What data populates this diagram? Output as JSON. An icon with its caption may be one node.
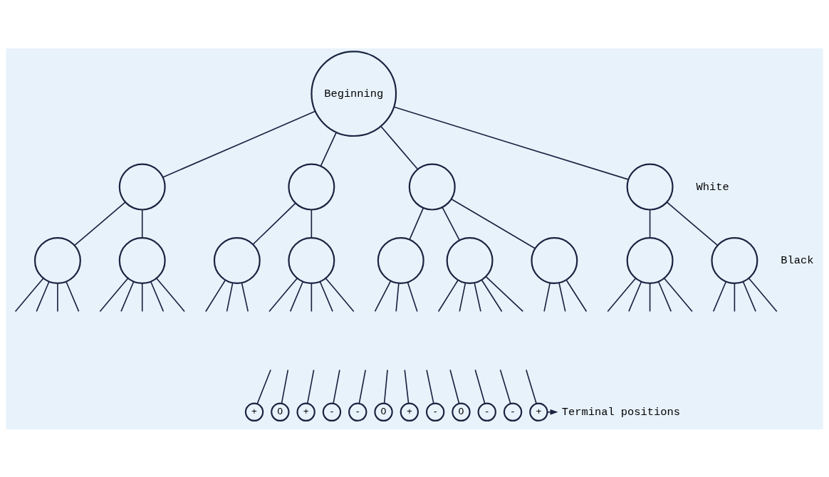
{
  "diagram": {
    "nodes": [
      {
        "text": [
          "Beginning"
        ]
      },
      {
        "text": [],
        "shape": "circle"
      },
      {
        "text": [],
        "shape": "circle"
      },
      {
        "text": [],
        "shape": "circle"
      },
      {
        "text": [],
        "shape": "circle"
      },
      {
        "text": [],
        "shape": "circle"
      },
      {
        "text": [],
        "shape": "circle"
      },
      {
        "text": [],
        "shape": "circle"
      },
      {
        "text": [],
        "shape": "circle"
      },
      {
        "text": [],
        "shape": "circle"
      },
      {
        "text": [],
        "shape": "circle"
      },
      {
        "text": [],
        "shape": "circle"
      },
      {
        "text": [],
        "shape": "circle"
      },
      {
        "text": [],
        "shape": "circle"
      },
      {
        "text": [
          "+"
        ]
      },
      {
        "text": [
          "O"
        ]
      },
      {
        "text": [
          "+"
        ]
      },
      {
        "text": [
          "-"
        ]
      },
      {
        "text": [
          "-"
        ]
      },
      {
        "text": [
          "O"
        ]
      },
      {
        "text": [
          "+"
        ]
      },
      {
        "text": [
          "-"
        ]
      },
      {
        "text": [
          "O"
        ]
      },
      {
        "text": [
          "-"
        ]
      },
      {
        "text": [
          "-"
        ]
      },
      {
        "text": [
          "+"
        ]
      },
      {
        "text": [
          "Terminal positions"
        ]
      }
    ],
    "edges": [
      {
        "from": 0,
        "to": 1,
        "arrow": "none"
      },
      {
        "from": 0,
        "to": 2,
        "arrow": "none"
      },
      {
        "from": 0,
        "to": 3,
        "arrow": "none"
      },
      {
        "from": 0,
        "to": 4,
        "arrow": "none"
      },
      {
        "from": 1,
        "to": 5,
        "arrow": "none"
      },
      {
        "from": 1,
        "to": 6,
        "arrow": "none"
      },
      {
        "from": 2,
        "to": 7,
        "arrow": "none"
      },
      {
        "from": 2,
        "to": 8,
        "arrow": "none"
      },
      {
        "from": 3,
        "to": 9,
        "arrow": "none"
      },
      {
        "from": 3,
        "to": 10,
        "arrow": "none"
      },
      {
        "from": 3,
        "to": 11,
        "arrow": "none"
      },
      {
        "from": 4,
        "to": 12,
        "arrow": "none"
      },
      {
        "from": 4,
        "to": 13,
        "arrow": "none"
      },
      {
        "from": 5,
        "to": null,
        "arrow": "none"
      },
      {
        "from": 5,
        "to": null,
        "arrow": "none"
      },
      {
        "from": 5,
        "to": null,
        "arrow": "none"
      },
      {
        "from": 5,
        "to": null,
        "arrow": "none"
      },
      {
        "from": 6,
        "to": null,
        "arrow": "none"
      },
      {
        "from": 6,
        "to": null,
        "arrow": "none"
      },
      {
        "from": 6,
        "to": null,
        "arrow": "none"
      },
      {
        "from": 6,
        "to": null,
        "arrow": "none"
      },
      {
        "from": 6,
        "to": null,
        "arrow": "none"
      },
      {
        "from": 7,
        "to": null,
        "arrow": "none"
      },
      {
        "from": 7,
        "to": null,
        "arrow": "none"
      },
      {
        "from": 7,
        "to": null,
        "arrow": "none"
      },
      {
        "from": 8,
        "to": null,
        "arrow": "none"
      },
      {
        "from": 8,
        "to": null,
        "arrow": "none"
      },
      {
        "from": 8,
        "to": null,
        "arrow": "none"
      },
      {
        "from": 8,
        "to": null,
        "arrow": "none"
      },
      {
        "from": 8,
        "to": null,
        "arrow": "none"
      },
      {
        "from": 9,
        "to": null,
        "arrow": "none"
      },
      {
        "from": 9,
        "to": null,
        "arrow": "none"
      },
      {
        "from": 9,
        "to": null,
        "arrow": "none"
      },
      {
        "from": 10,
        "to": null,
        "arrow": "none"
      },
      {
        "from": 10,
        "to": null,
        "arrow": "none"
      },
      {
        "from": 10,
        "to": null,
        "arrow": "none"
      },
      {
        "from": 10,
        "to": null,
        "arrow": "none"
      },
      {
        "from": 10,
        "to": null,
        "arrow": "none"
      },
      {
        "from": 11,
        "to": null,
        "arrow": "none"
      },
      {
        "from": 11,
        "to": null,
        "arrow": "none"
      },
      {
        "from": 11,
        "to": null,
        "arrow": "none"
      },
      {
        "from": 12,
        "to": null,
        "arrow": "none"
      },
      {
        "from": 12,
        "to": null,
        "arrow": "none"
      },
      {
        "from": 12,
        "to": null,
        "arrow": "none"
      },
      {
        "from": 12,
        "to": null,
        "arrow": "none"
      },
      {
        "from": 12,
        "to": null,
        "arrow": "none"
      },
      {
        "from": 13,
        "to": null,
        "arrow": "none"
      },
      {
        "from": 13,
        "to": null,
        "arrow": "none"
      },
      {
        "from": 13,
        "to": null,
        "arrow": "none"
      },
      {
        "from": 13,
        "to": null,
        "arrow": "none"
      },
      {
        "from": null,
        "to": 14,
        "arrow": "none"
      },
      {
        "from": null,
        "to": 15,
        "arrow": "none"
      },
      {
        "from": null,
        "to": 16,
        "arrow": "none"
      },
      {
        "from": null,
        "to": 17,
        "arrow": "none"
      },
      {
        "from": null,
        "to": 18,
        "arrow": "none"
      },
      {
        "from": null,
        "to": 19,
        "arrow": "none"
      },
      {
        "from": null,
        "to": 20,
        "arrow": "none"
      },
      {
        "from": null,
        "to": 21,
        "arrow": "none"
      },
      {
        "from": null,
        "to": 22,
        "arrow": "none"
      },
      {
        "from": null,
        "to": 23,
        "arrow": "none"
      },
      {
        "from": null,
        "to": 24,
        "arrow": "none"
      },
      {
        "from": null,
        "to": 25,
        "arrow": "none"
      },
      {
        "from": 25,
        "to": 26,
        "arrow": "to"
      }
    ],
    "labels": [
      "White",
      "Black"
    ]
  }
}
